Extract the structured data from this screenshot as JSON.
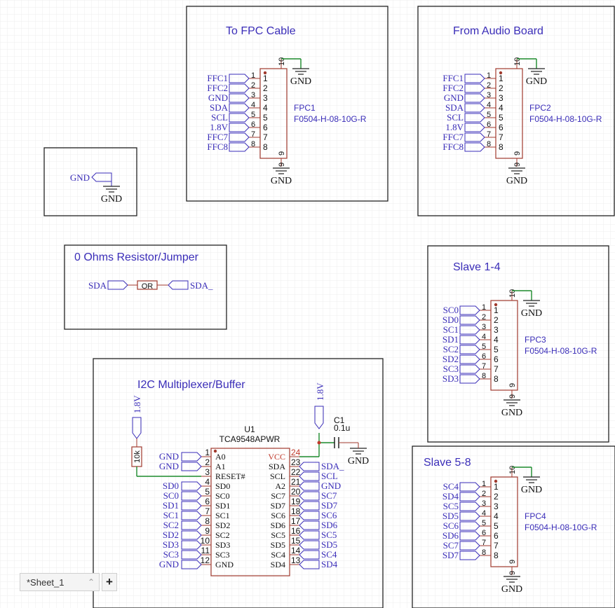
{
  "colors": {
    "frame": "#222222",
    "text": "#3a2db8",
    "part": "#a0392d",
    "pin_text": "#c0392b",
    "wire": "#1c8a2c",
    "grid": "#eeeeee"
  },
  "sheets": {
    "tab_label": "*Sheet_1",
    "tab_icon": "chevron-up-icon",
    "add_label": "+"
  },
  "net": {
    "gnd": "GND",
    "sda": "SDA",
    "sda_": "SDA_",
    "v18": "1.8V"
  },
  "fpc_pin_numbers": [
    "1",
    "2",
    "3",
    "4",
    "5",
    "6",
    "7",
    "8"
  ],
  "fpc_top_pin": "10",
  "fpc_bottom_pin": "9",
  "blocks": {
    "gnd_block": {
      "label": "GND"
    },
    "to_fpc": {
      "title": "To FPC Cable",
      "ref": "FPC1",
      "part": "F0504-H-08-10G-R",
      "labels": [
        "FFC1",
        "FFC2",
        "GND",
        "SDA",
        "SCL",
        "1.8V",
        "FFC7",
        "FFC8"
      ]
    },
    "from_audio": {
      "title": "From Audio Board",
      "ref": "FPC2",
      "part": "F0504-H-08-10G-R",
      "labels": [
        "FFC1",
        "FFC2",
        "GND",
        "SDA",
        "SCL",
        "1.8V",
        "FFC7",
        "FFC8"
      ]
    },
    "jumper": {
      "title": "0 Ohms Resistor/Jumper",
      "left": "SDA",
      "value": "OR",
      "right": "SDA_"
    },
    "slave14": {
      "title": "Slave 1-4",
      "ref": "FPC3",
      "part": "F0504-H-08-10G-R",
      "labels": [
        "SC0",
        "SD0",
        "SC1",
        "SD1",
        "SC2",
        "SD2",
        "SC3",
        "SD3"
      ]
    },
    "slave58": {
      "title": "Slave 5-8",
      "ref": "FPC4",
      "part": "F0504-H-08-10G-R",
      "labels": [
        "SC4",
        "SD4",
        "SC5",
        "SD5",
        "SC6",
        "SD6",
        "SC7",
        "SD7"
      ]
    },
    "mux": {
      "title": "I2C Multiplexer/Buffer",
      "ref": "U1",
      "part": "TCA9548APWR",
      "cap_ref": "C1",
      "cap_value": "0.1u",
      "res_value": "10k",
      "left_pins": [
        {
          "num": "1",
          "name": "A0",
          "net": "GND"
        },
        {
          "num": "2",
          "name": "A1",
          "net": "GND"
        },
        {
          "num": "3",
          "name": "RESET#",
          "net": ""
        },
        {
          "num": "4",
          "name": "SD0",
          "net": "SD0"
        },
        {
          "num": "5",
          "name": "SC0",
          "net": "SC0"
        },
        {
          "num": "6",
          "name": "SD1",
          "net": "SD1"
        },
        {
          "num": "7",
          "name": "SC1",
          "net": "SC1"
        },
        {
          "num": "8",
          "name": "SD2",
          "net": "SC2"
        },
        {
          "num": "9",
          "name": "SC2",
          "net": "SD2"
        },
        {
          "num": "10",
          "name": "SD3",
          "net": "SD3"
        },
        {
          "num": "11",
          "name": "SC3",
          "net": "SC3"
        },
        {
          "num": "12",
          "name": "GND",
          "net": "GND"
        }
      ],
      "right_pins": [
        {
          "num": "24",
          "name": "VCC",
          "net": ""
        },
        {
          "num": "23",
          "name": "SDA",
          "net": "SDA_"
        },
        {
          "num": "22",
          "name": "SCL",
          "net": "SCL"
        },
        {
          "num": "21",
          "name": "A2",
          "net": "GND"
        },
        {
          "num": "20",
          "name": "SC7",
          "net": "SC7"
        },
        {
          "num": "19",
          "name": "SD7",
          "net": "SD7"
        },
        {
          "num": "18",
          "name": "SC6",
          "net": "SC6"
        },
        {
          "num": "17",
          "name": "SD6",
          "net": "SD6"
        },
        {
          "num": "16",
          "name": "SC5",
          "net": "SC5"
        },
        {
          "num": "15",
          "name": "SD5",
          "net": "SD5"
        },
        {
          "num": "14",
          "name": "SC4",
          "net": "SC4"
        },
        {
          "num": "13",
          "name": "SD4",
          "net": "SD4"
        }
      ]
    }
  }
}
